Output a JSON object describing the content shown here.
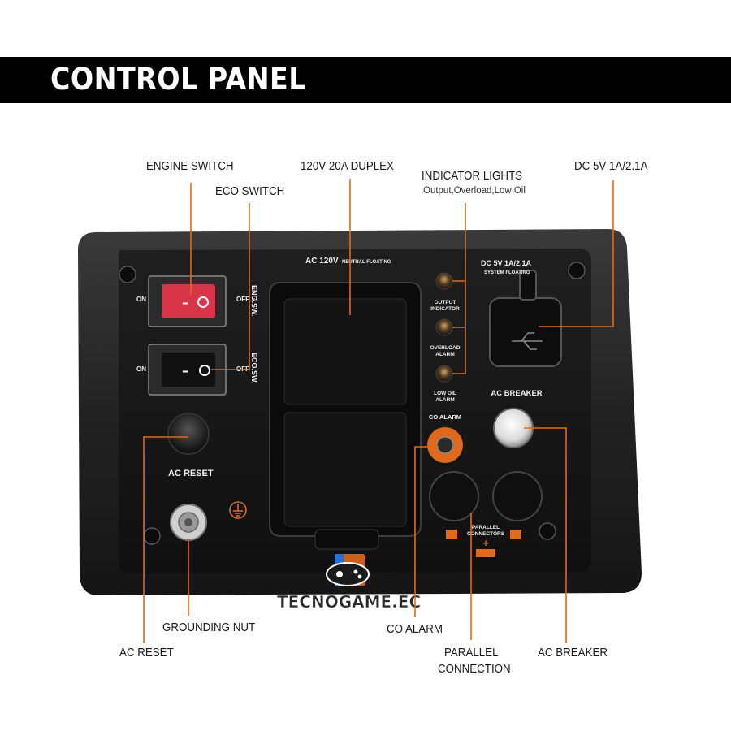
{
  "banner": {
    "title": "CONTROL PANEL"
  },
  "callouts": {
    "engine_switch": "ENGINE SWITCH",
    "eco_switch": "ECO SWITCH",
    "duplex": "120V 20A DUPLEX",
    "indicator_lights": "INDICATOR LIGHTS",
    "indicator_lights_sub": "Output,Overload,Low Oil",
    "dc": "DC 5V 1A/2.1A",
    "grounding_nut": "GROUNDING NUT",
    "ac_reset": "AC RESET",
    "co_alarm": "CO ALARM",
    "parallel_line1": "PARALLEL",
    "parallel_line2": "CONNECTION",
    "ac_breaker": "AC BREAKER"
  },
  "panel": {
    "on1": "ON",
    "off1": "OFF",
    "eng_sw": "ENG.SW.",
    "on2": "ON",
    "off2": "OFF",
    "eco_sw": "ECO.SW.",
    "ac_reset": "AC RESET",
    "ac_120v": "AC 120V",
    "neutral_floating": "NEUTRAL FLOATING",
    "output_ind_1": "OUTPUT",
    "output_ind_2": "INDICATOR",
    "overload_1": "OVERLOAD",
    "overload_2": "ALARM",
    "low_oil_1": "LOW OIL",
    "low_oil_2": "ALARM",
    "co_alarm": "CO ALARM",
    "dc_label": "DC 5V 1A/2.1A",
    "system_floating": "SYSTEM FLOATING",
    "ac_breaker": "AC BREAKER",
    "parallel_1": "PARALLEL",
    "parallel_2": "CONNECTORS",
    "plus": "+",
    "minus": "-"
  },
  "watermark": {
    "text": "TECNOGAME.EC"
  },
  "colors": {
    "accent": "#e06a1b",
    "panel": "#1c1c1c",
    "frame": "#2a2a2a",
    "rocker_red": "#d8354a"
  }
}
